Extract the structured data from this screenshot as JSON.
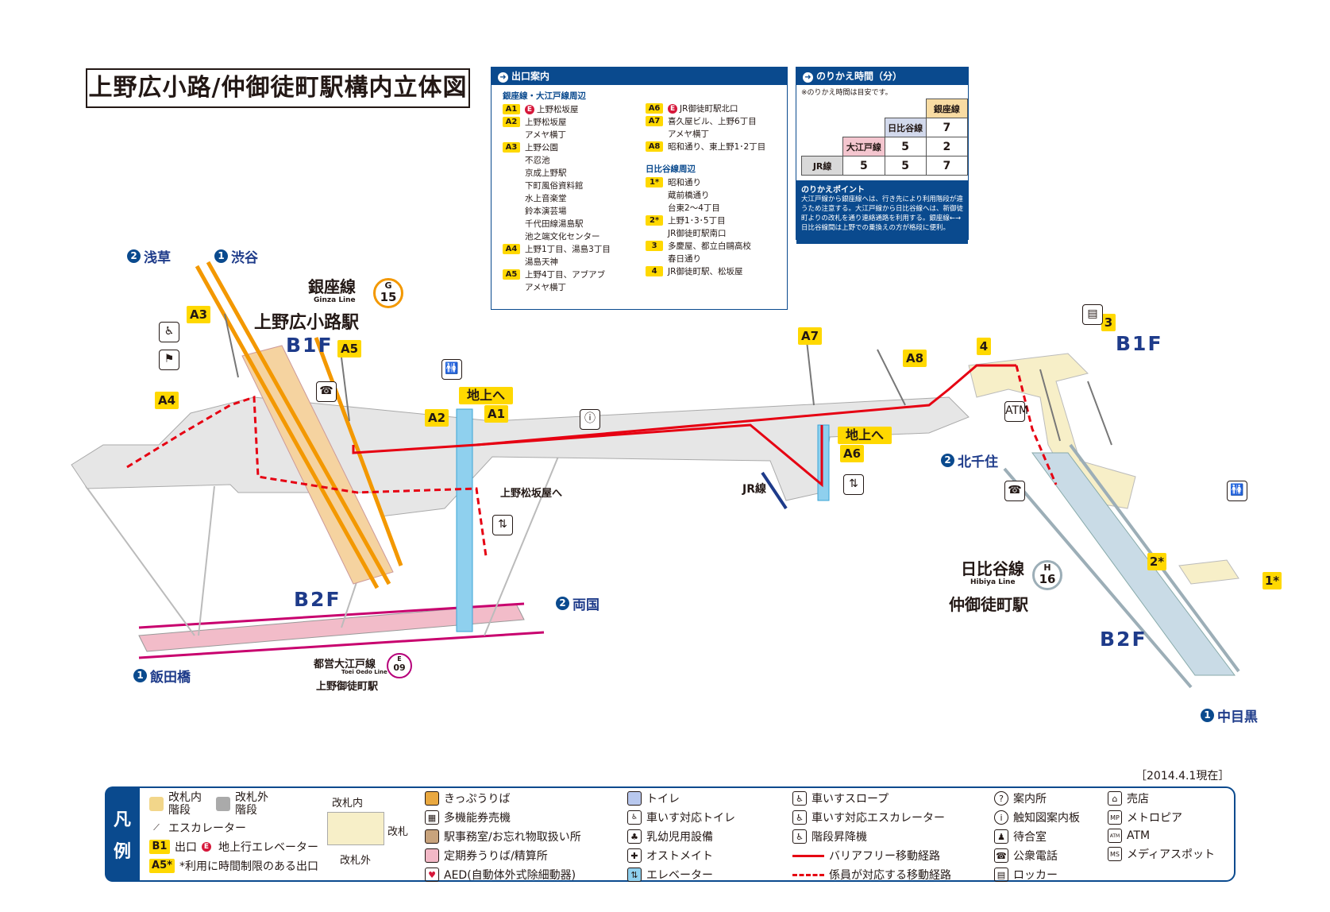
{
  "title": "上野広小路/仲御徒町駅構内立体図",
  "exit_panel": {
    "header": "出口案内",
    "group1": "銀座線・大江戸線周辺",
    "group2": "日比谷線周辺",
    "exits_left": [
      {
        "tag": "A1",
        "elevator": true,
        "lines": [
          "上野松坂屋"
        ]
      },
      {
        "tag": "A2",
        "lines": [
          "上野松坂屋",
          "アメヤ横丁"
        ]
      },
      {
        "tag": "A3",
        "lines": [
          "上野公園",
          "不忍池",
          "京成上野駅",
          "下町風俗資料館",
          "水上音楽堂",
          "鈴本演芸場",
          "千代田線湯島駅",
          "池之端文化センター"
        ]
      },
      {
        "tag": "A4",
        "lines": [
          "上野1丁目、湯島3丁目",
          "湯島天神"
        ]
      },
      {
        "tag": "A5",
        "lines": [
          "上野4丁目、アブアブ",
          "アメヤ横丁"
        ]
      }
    ],
    "exits_right": [
      {
        "tag": "A6",
        "elevator": true,
        "lines": [
          "JR御徒町駅北口"
        ]
      },
      {
        "tag": "A7",
        "lines": [
          "喜久屋ビル、上野6丁目",
          "アメヤ横丁"
        ]
      },
      {
        "tag": "A8",
        "lines": [
          "昭和通り、東上野1･2丁目"
        ]
      }
    ],
    "exits_hibiya": [
      {
        "tag": "1*",
        "lines": [
          "昭和通り",
          "蔵前橋通り",
          "台東2～4丁目"
        ]
      },
      {
        "tag": "2*",
        "lines": [
          "上野1･3･5丁目",
          "JR御徒町駅南口"
        ]
      },
      {
        "tag": "3",
        "lines": [
          "多慶屋、都立白鷗高校",
          "春日通り"
        ]
      },
      {
        "tag": "4",
        "lines": [
          "JR御徒町駅、松坂屋"
        ]
      }
    ]
  },
  "transfer_panel": {
    "header": "のりかえ時間（分）",
    "note": "※のりかえ時間は目安です。",
    "lines": {
      "ginza": "銀座線",
      "hibiya": "日比谷線",
      "oedo": "大江戸線",
      "jr": "JR線"
    },
    "values": {
      "hibiya_ginza": "7",
      "oedo_hibiya": "5",
      "oedo_ginza": "2",
      "jr_oedo": "5",
      "jr_hibiya": "5",
      "jr_ginza": "7"
    },
    "point_title": "のりかえポイント",
    "point_text": "大江戸線から銀座線へは、行き先により利用階段が違うため注意する。大江戸線から日比谷線へは、新御徒町よりの改札を通り連絡通路を利用する。銀座線←→日比谷線間は上野での乗換えの方が格段に便利。"
  },
  "map": {
    "ginza": {
      "line": "銀座線",
      "line_en": "Ginza Line",
      "code_top": "G",
      "code_num": "15",
      "station": "上野広小路駅",
      "color": "#f39800"
    },
    "hibiya": {
      "line": "日比谷線",
      "line_en": "Hibiya Line",
      "code_top": "H",
      "code_num": "16",
      "station": "仲御徒町駅",
      "color": "#9caeb7"
    },
    "oedo": {
      "line": "都営大江戸線",
      "line_en": "Toei Oedo Line",
      "code_top": "E",
      "code_num": "09",
      "station": "上野御徒町駅",
      "color": "#b6007a"
    },
    "floors": {
      "b1f_left": "B1F",
      "b2f_left": "B2F",
      "b1f_right": "B1F",
      "b2f_right": "B2F"
    },
    "directions": {
      "asakusa": {
        "num": "2",
        "name": "浅草"
      },
      "shibuya": {
        "num": "1",
        "name": "渋谷"
      },
      "ryogoku": {
        "num": "2",
        "name": "両国"
      },
      "iidabashi": {
        "num": "1",
        "name": "飯田橋"
      },
      "kitasenju": {
        "num": "2",
        "name": "北千住"
      },
      "nakameguro": {
        "num": "1",
        "name": "中目黒"
      }
    },
    "exit_tags": {
      "a1": "A1",
      "a2": "A2",
      "a3": "A3",
      "a4": "A4",
      "a5": "A5",
      "a6": "A6",
      "a7": "A7",
      "a8": "A8",
      "h1": "1*",
      "h2": "2*",
      "h3": "3",
      "h4": "4"
    },
    "to_ground_1": "地上へ",
    "to_ground_2": "地上へ",
    "to_matsuzakaya": "上野松坂屋へ",
    "jr_label": "JR線"
  },
  "date_note": "［2014.4.1現在］",
  "legend": {
    "side_1": "凡",
    "side_2": "例",
    "stairs_in": [
      "改札内",
      "階段"
    ],
    "stairs_out": [
      "改札外",
      "階段"
    ],
    "escalator": "エスカレーター",
    "exit_tag": "B1",
    "exit_label": "出口",
    "elevator_exit": "地上行エレベーター",
    "restricted_tag": "A5*",
    "restricted_label": "*利用に時間制限のある出口",
    "gate_in": "改札内",
    "gate": "改札",
    "gate_out": "改札外",
    "col3": [
      "きっぷうりば",
      "多機能券売機",
      "駅事務室/お忘れ物取扱い所",
      "定期券うりば/精算所",
      "AED(自動体外式除細動器)"
    ],
    "col4": [
      "トイレ",
      "車いす対応トイレ",
      "乳幼児用設備",
      "オストメイト",
      "エレベーター"
    ],
    "col5": [
      "車いすスロープ",
      "車いす対応エスカレーター",
      "階段昇降機",
      "バリアフリー移動経路",
      "係員が対応する移動経路"
    ],
    "col6": [
      "案内所",
      "触知図案内板",
      "待合室",
      "公衆電話",
      "ロッカー"
    ],
    "col7": [
      "売店",
      "メトロピア",
      "ATM",
      "メディアスポット"
    ],
    "col7_icons": [
      "",
      "MP",
      "ATM",
      "MS"
    ],
    "colors": {
      "barrier_free": "#e60012",
      "metro_blue": "#0a4a8e",
      "exit_yellow": "#ffd800"
    }
  }
}
